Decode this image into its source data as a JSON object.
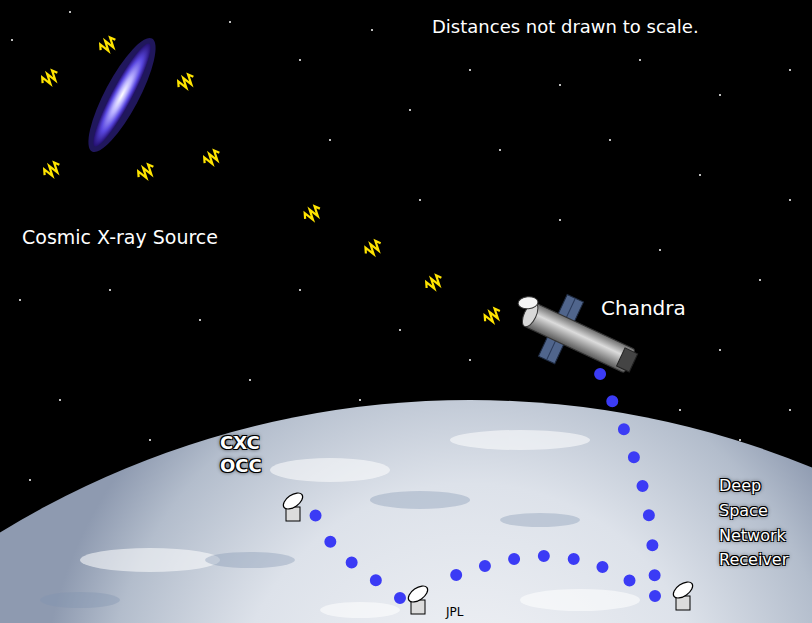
{
  "diagram": {
    "nodes": [
      {
        "text": [
          "Cosmic X-ray Source"
        ]
      },
      {
        "text": [
          "Chandra"
        ]
      },
      {
        "text": [
          "Deep Space Network Receiver"
        ]
      },
      {
        "text": [
          "JPL"
        ]
      },
      {
        "text": [
          "CXC OCC"
        ]
      }
    ],
    "edges": [
      {
        "from": 0,
        "to": 1,
        "arrow": "none"
      },
      {
        "from": 1,
        "to": 2,
        "arrow": "none"
      },
      {
        "from": 2,
        "to": 3,
        "arrow": "none"
      },
      {
        "from": 3,
        "to": 4,
        "arrow": "none"
      }
    ],
    "labels": [
      "Distances not drawn to scale."
    ]
  }
}
